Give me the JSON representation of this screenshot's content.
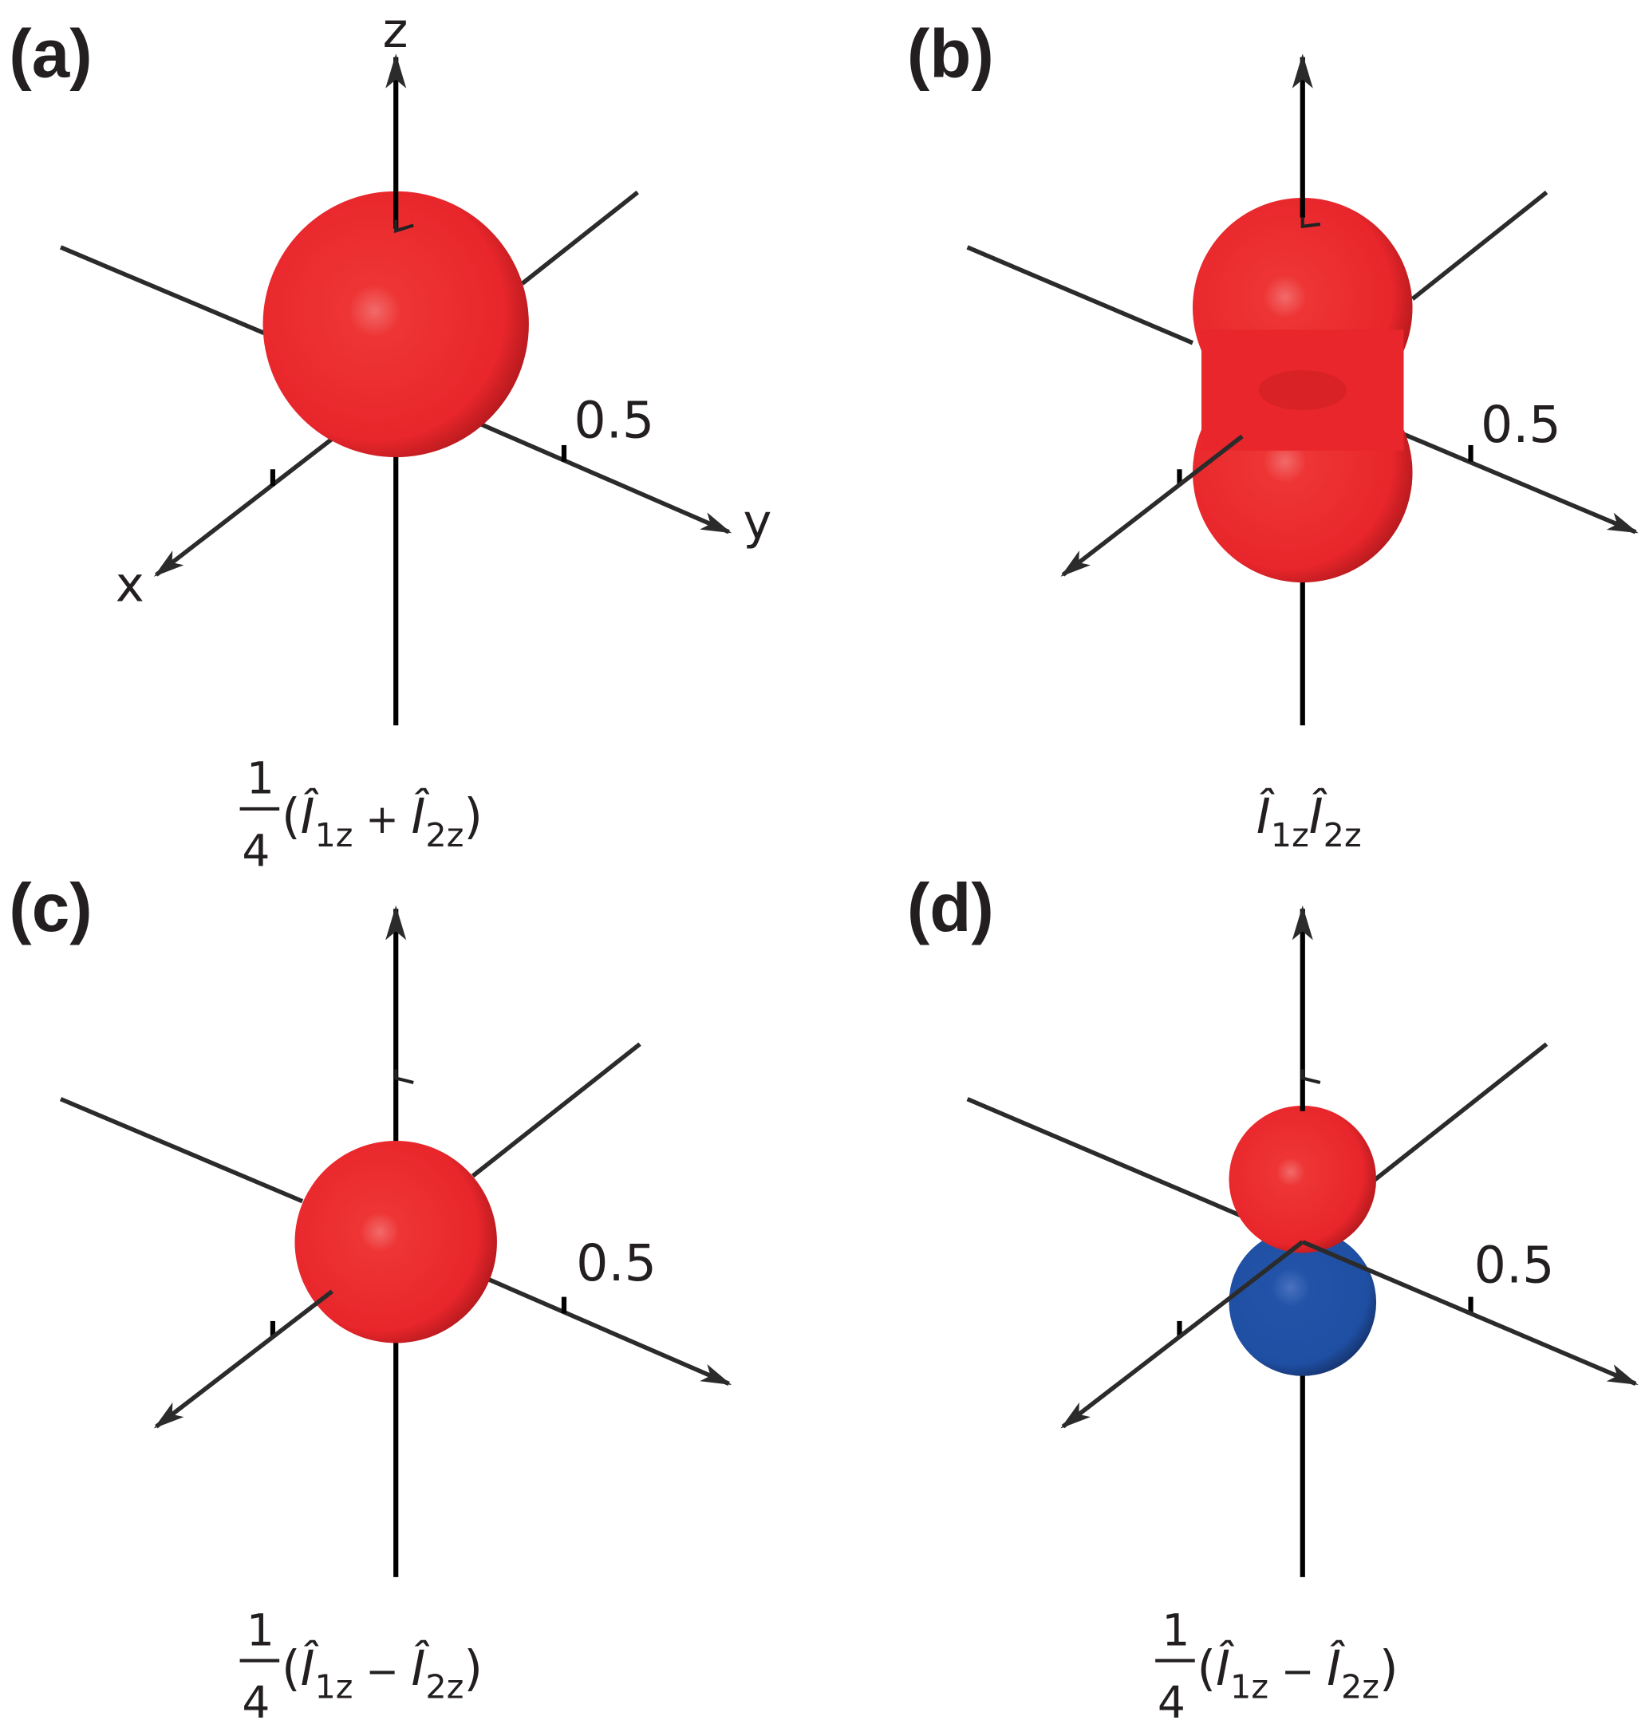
{
  "colors": {
    "positive": "#e8262b",
    "negative": "#1f4fa3",
    "axis": "#2b2b2b"
  },
  "axes_labels": {
    "x": "x",
    "y": "y",
    "z": "z",
    "tick": "0.5"
  },
  "panels": [
    {
      "letter": "(a)",
      "label": {
        "num": "1",
        "den": "4",
        "open": "(",
        "i1": "Î",
        "s1": "1z",
        "op": " + ",
        "i2": "Î",
        "s2": "2z",
        "close": ")"
      }
    },
    {
      "letter": "(b)",
      "label": {
        "i1": "Î",
        "s1": "1z",
        "i2": "Î",
        "s2": "2z"
      }
    },
    {
      "letter": "(c)",
      "label": {
        "num": "1",
        "den": "4",
        "open": "(",
        "i1": "Î",
        "s1": "1z",
        "op": " − ",
        "i2": "Î",
        "s2": "2z",
        "close": ")"
      }
    },
    {
      "letter": "(d)",
      "label": {
        "num": "1",
        "den": "4",
        "open": "(",
        "i1": "Î",
        "s1": "1z",
        "op": " − ",
        "i2": "Î",
        "s2": "2z",
        "close": ")"
      }
    }
  ]
}
